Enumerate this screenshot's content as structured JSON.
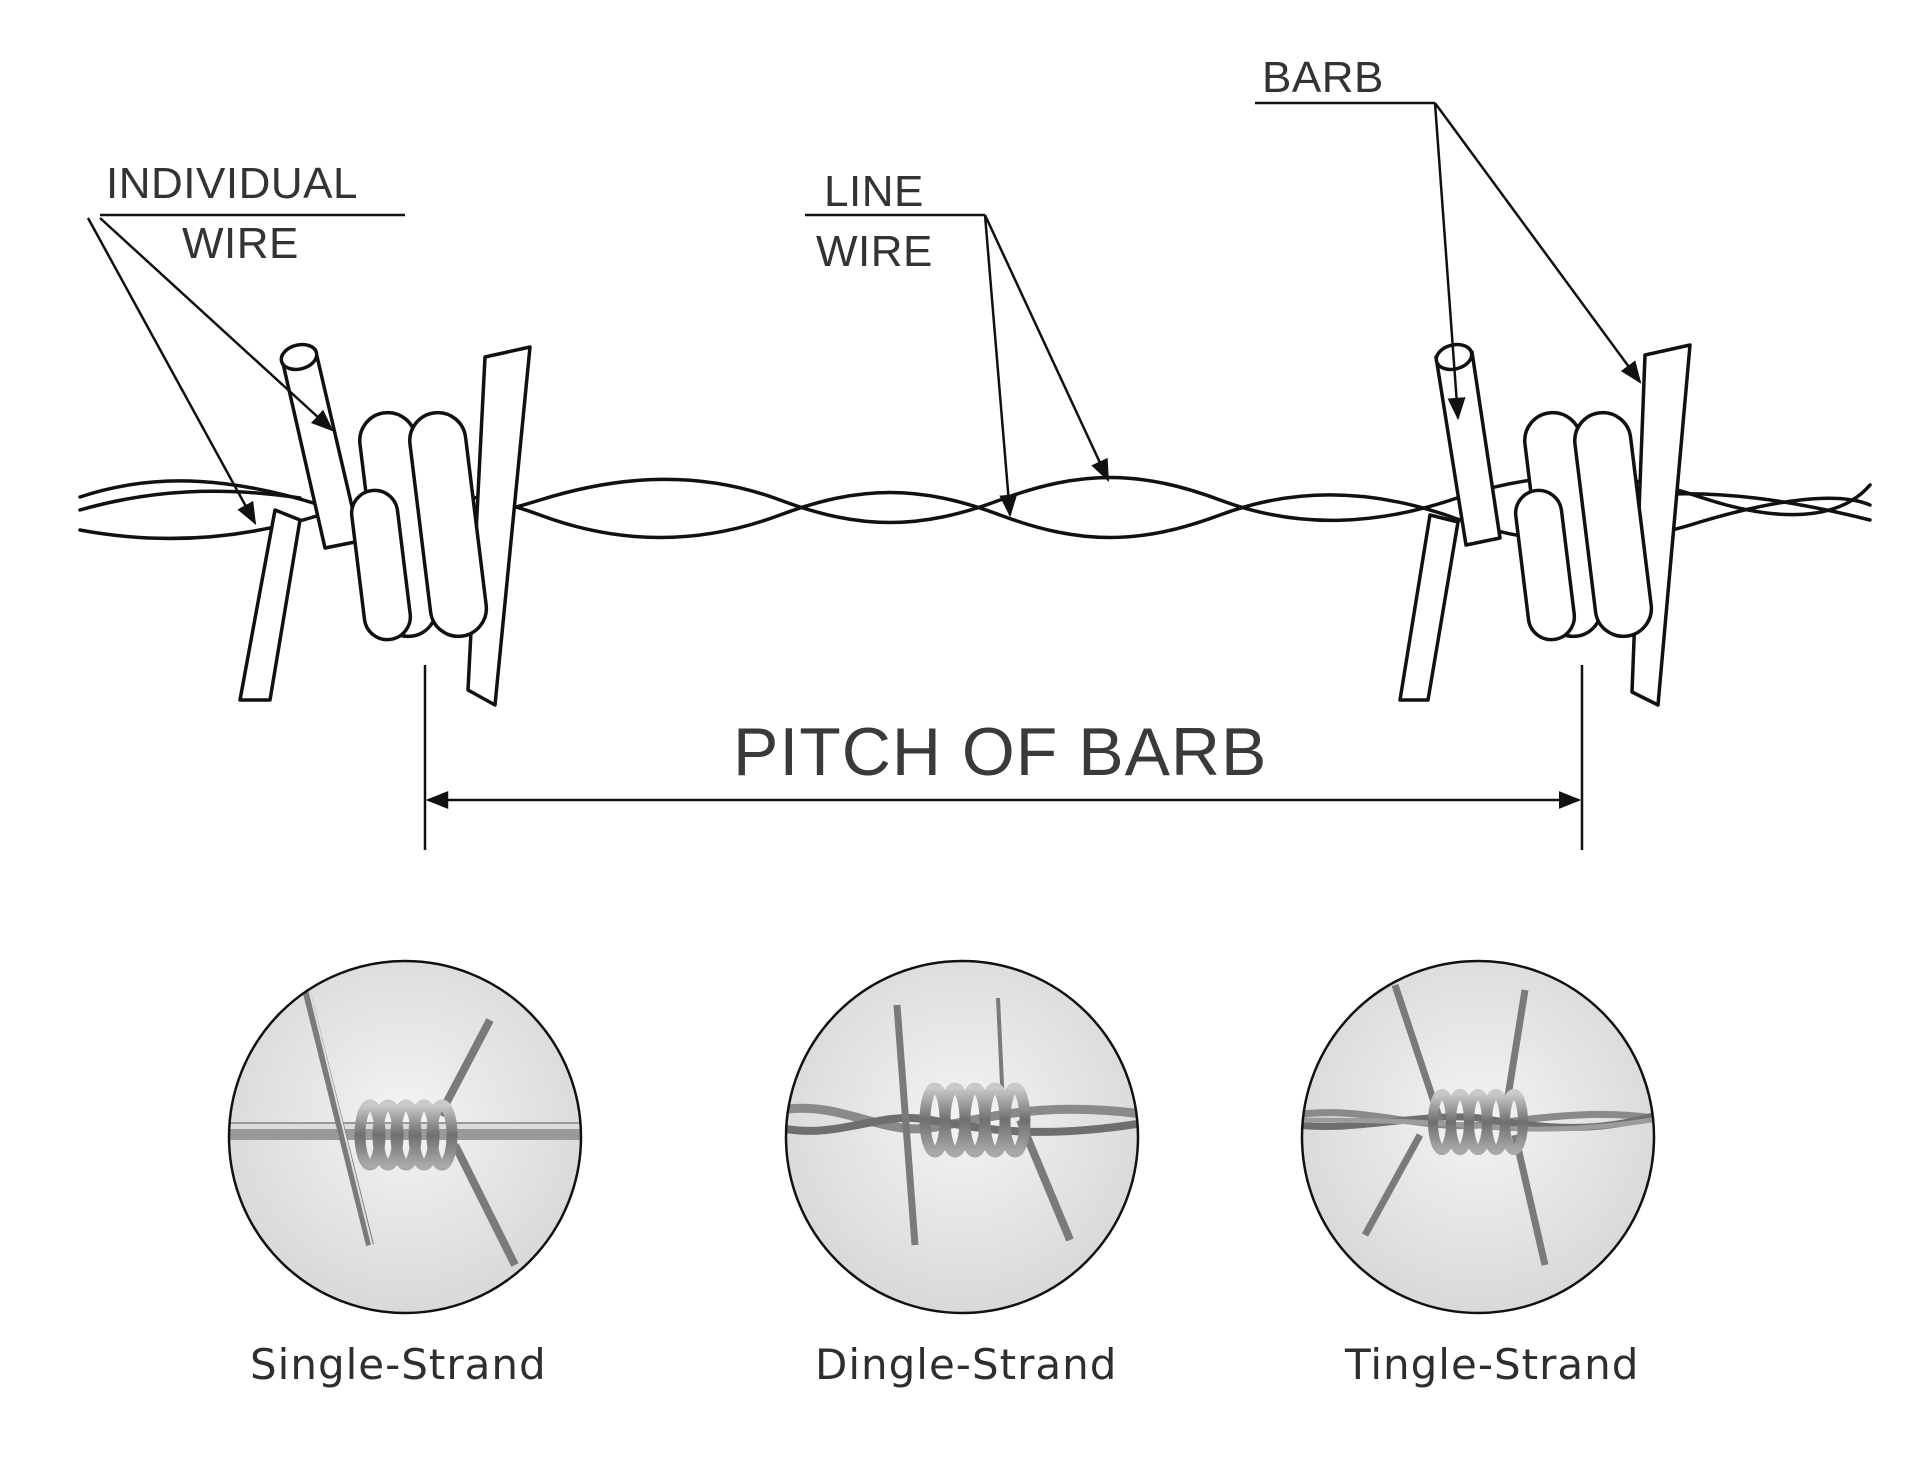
{
  "labels": {
    "barb": "BARB",
    "individual_wire_line1": "INDIVIDUAL",
    "individual_wire_line2": "WIRE",
    "line_wire_line1": "LINE",
    "line_wire_line2": "WIRE",
    "pitch": "PITCH OF BARB"
  },
  "samples": [
    {
      "caption": "Single-Strand"
    },
    {
      "caption": "Dingle-Strand"
    },
    {
      "caption": "Tingle-Strand"
    }
  ],
  "colors": {
    "ink": "#111111",
    "text": "#333333",
    "photo_bg": "#e9e9e9",
    "wire_metal": "#8a8a8a"
  }
}
